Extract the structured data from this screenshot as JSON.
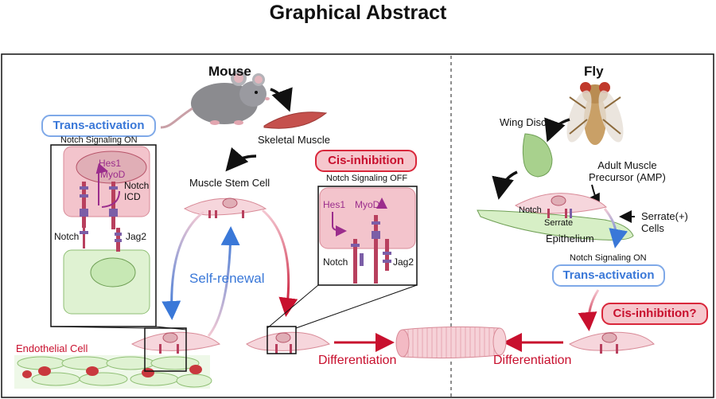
{
  "title": "Graphical Abstract",
  "mouse": {
    "header": "Mouse",
    "skeletal_muscle": "Skeletal Muscle",
    "muscle_stem_cell": "Muscle Stem Cell",
    "self_renewal": "Self-renewal",
    "endothelial_cell": "Endothelial Cell",
    "differentiation": "Differentiation",
    "trans_activation": {
      "label": "Trans-activation",
      "status": "Notch Signaling ON",
      "hes1": "Hes1",
      "myod": "MyoD",
      "notch_icd": "Notch\nICD",
      "notch": "Notch",
      "jag2": "Jag2"
    },
    "cis_inhibition": {
      "label": "Cis-inhibition",
      "status": "Notch Signaling OFF",
      "hes1": "Hes1",
      "myod": "MyoD",
      "notch": "Notch",
      "jag2": "Jag2"
    }
  },
  "fly": {
    "header": "Fly",
    "wing_disc": "Wing Disc",
    "amp": "Adult Muscle\nPrecursor (AMP)",
    "notch": "Notch",
    "serrate": "Serrate",
    "epithelium": "Epithelium",
    "serrate_cells": "Serrate(+)\nCells",
    "status": "Notch Signaling ON",
    "trans_activation": "Trans-activation",
    "cis_inhibition": "Cis-inhibition?",
    "differentiation": "Differentiation"
  },
  "colors": {
    "red": "#c8102e",
    "blue": "#3a78d8",
    "cell_pink": "#f6d6dc",
    "nucleus": "#e0aeb6",
    "notch_bar": "#b8405e",
    "ligand": "#7b5ea7",
    "endo_green": "#dff2d2"
  }
}
